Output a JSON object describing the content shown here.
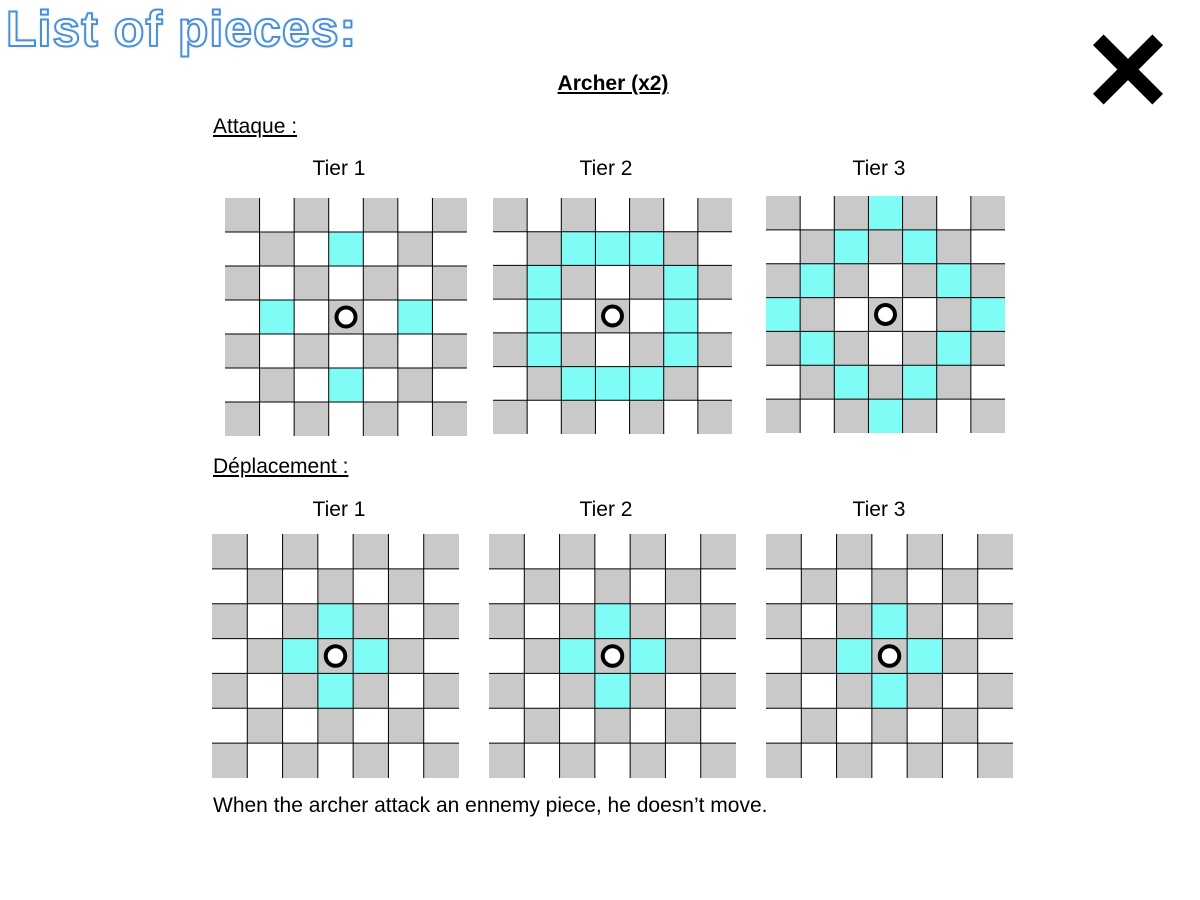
{
  "page_heading": "List of pieces:",
  "close_icon": "close-x-icon",
  "piece": {
    "title": "Archer (x2)",
    "attack": {
      "label": "Attaque :",
      "tiers": [
        {
          "label": "Tier 1",
          "highlight": [
            [
              1,
              3
            ],
            [
              3,
              1
            ],
            [
              3,
              5
            ],
            [
              5,
              3
            ]
          ]
        },
        {
          "label": "Tier 2",
          "highlight": [
            [
              1,
              2
            ],
            [
              1,
              3
            ],
            [
              1,
              4
            ],
            [
              2,
              1
            ],
            [
              2,
              5
            ],
            [
              3,
              1
            ],
            [
              3,
              5
            ],
            [
              4,
              1
            ],
            [
              4,
              5
            ],
            [
              5,
              2
            ],
            [
              5,
              3
            ],
            [
              5,
              4
            ]
          ]
        },
        {
          "label": "Tier 3",
          "highlight": [
            [
              0,
              3
            ],
            [
              1,
              2
            ],
            [
              1,
              4
            ],
            [
              2,
              1
            ],
            [
              2,
              5
            ],
            [
              3,
              0
            ],
            [
              3,
              6
            ],
            [
              4,
              1
            ],
            [
              4,
              5
            ],
            [
              5,
              2
            ],
            [
              5,
              4
            ],
            [
              6,
              3
            ]
          ]
        }
      ]
    },
    "movement": {
      "label": "Déplacement :",
      "tiers": [
        {
          "label": "Tier 1",
          "highlight": [
            [
              2,
              3
            ],
            [
              3,
              2
            ],
            [
              3,
              4
            ],
            [
              4,
              3
            ]
          ]
        },
        {
          "label": "Tier 2",
          "highlight": [
            [
              2,
              3
            ],
            [
              3,
              2
            ],
            [
              3,
              4
            ],
            [
              4,
              3
            ]
          ]
        },
        {
          "label": "Tier 3",
          "highlight": [
            [
              2,
              3
            ],
            [
              3,
              2
            ],
            [
              3,
              4
            ],
            [
              4,
              3
            ]
          ]
        }
      ]
    },
    "note": "When the archer attack an ennemy piece, he doesn’t move."
  },
  "colors": {
    "gray_square": "#c9c9c9",
    "white_square": "#ffffff",
    "highlight": "#7ffcf5",
    "grid_line": "#000000",
    "heading_outline": "#4a8fd8"
  }
}
